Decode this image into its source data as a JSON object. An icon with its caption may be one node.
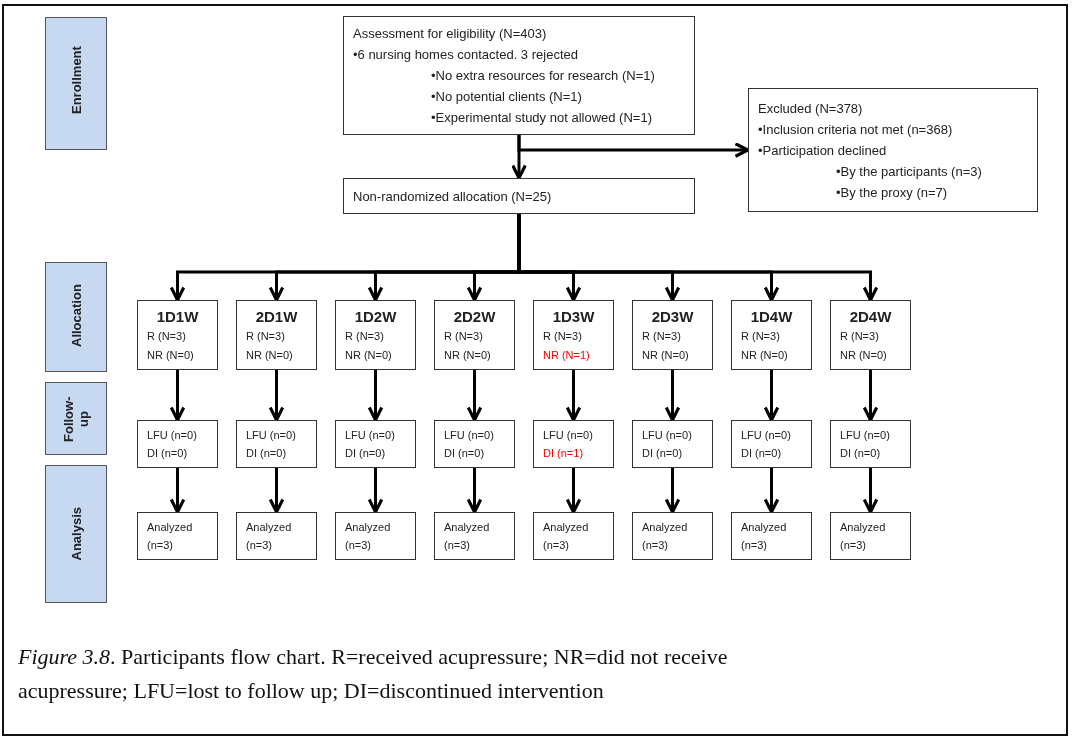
{
  "diagram": {
    "caption": "*Figure 3.8*. Participants flow chart. R=received acupressure; NR=did not receive acupressure; LFU=lost to follow up; DI=discontinued intervention",
    "nodes": [
      {
        "text": [
          "Enrollment"
        ]
      },
      {
        "text": [
          "Assessment for eligibility (N=403)",
          "•6 nursing homes contacted. 3 rejected",
          "•No extra resources for research (N=1)",
          "•No potential clients (N=1)",
          "•Experimental study not allowed (N=1)"
        ]
      },
      {
        "text": [
          "Excluded (N=378)",
          "•Inclusion criteria not met (n=368)",
          "•Participation declined",
          "•By the participants (n=3)",
          "•By the proxy (n=7)"
        ]
      },
      {
        "text": [
          "Non-randomized allocation (N=25)"
        ]
      },
      {
        "text": [
          "Allocation"
        ]
      },
      {
        "text": [
          "1D1W",
          "R (N=3)",
          "NR (N=0)"
        ]
      },
      {
        "text": [
          "2D1W",
          "R (N=3)",
          "NR (N=0)"
        ]
      },
      {
        "text": [
          "1D2W",
          "R (N=3)",
          "NR (N=0)"
        ]
      },
      {
        "text": [
          "2D2W",
          "R (N=3)",
          "NR (N=0)"
        ]
      },
      {
        "text": [
          "1D3W",
          "R (N=3)",
          "NR (N=1)"
        ]
      },
      {
        "text": [
          "2D3W",
          "R (N=3)",
          "NR (N=0)"
        ]
      },
      {
        "text": [
          "1D4W",
          "R (N=3)",
          "NR (N=0)"
        ]
      },
      {
        "text": [
          "2D4W",
          "R (N=3)",
          "NR (N=0)"
        ]
      },
      {
        "text": [
          "Follow-up"
        ]
      },
      {
        "text": [
          "LFU (n=0)",
          "DI (n=0)"
        ]
      },
      {
        "text": [
          "LFU (n=0)",
          "DI (n=0)"
        ]
      },
      {
        "text": [
          "LFU (n=0)",
          "DI (n=0)"
        ]
      },
      {
        "text": [
          "LFU (n=0)",
          "DI (n=0)"
        ]
      },
      {
        "text": [
          "LFU (n=0)",
          "DI (n=1)"
        ]
      },
      {
        "text": [
          "LFU (n=0)",
          "DI (n=0)"
        ]
      },
      {
        "text": [
          "LFU (n=0)",
          "DI (n=0)"
        ]
      },
      {
        "text": [
          "LFU (n=0)",
          "DI (n=0)"
        ]
      },
      {
        "text": [
          "Analysis"
        ]
      },
      {
        "text": [
          "Analyzed (n=3)"
        ]
      },
      {
        "text": [
          "Analyzed (n=3)"
        ]
      },
      {
        "text": [
          "Analyzed (n=3)"
        ]
      },
      {
        "text": [
          "Analyzed (n=3)"
        ]
      },
      {
        "text": [
          "Analyzed (n=3)"
        ]
      },
      {
        "text": [
          "Analyzed (n=3)"
        ]
      },
      {
        "text": [
          "Analyzed (n=3)"
        ]
      },
      {
        "text": [
          "Analyzed (n=3)"
        ]
      }
    ],
    "edges": [
      {
        "from": 1,
        "to": 3,
        "arrow": "to"
      },
      {
        "from": 1,
        "to": 2,
        "arrow": "to"
      },
      {
        "from": 3,
        "to": 5,
        "arrow": "to"
      },
      {
        "from": 3,
        "to": 6,
        "arrow": "to"
      },
      {
        "from": 3,
        "to": 7,
        "arrow": "to"
      },
      {
        "from": 3,
        "to": 8,
        "arrow": "to"
      },
      {
        "from": 3,
        "to": 9,
        "arrow": "to"
      },
      {
        "from": 3,
        "to": 10,
        "arrow": "to"
      },
      {
        "from": 3,
        "to": 11,
        "arrow": "to"
      },
      {
        "from": 3,
        "to": 12,
        "arrow": "to"
      },
      {
        "from": 5,
        "to": 14,
        "arrow": "to"
      },
      {
        "from": 6,
        "to": 15,
        "arrow": "to"
      },
      {
        "from": 7,
        "to": 16,
        "arrow": "to"
      },
      {
        "from": 8,
        "to": 17,
        "arrow": "to"
      },
      {
        "from": 9,
        "to": 18,
        "arrow": "to"
      },
      {
        "from": 10,
        "to": 19,
        "arrow": "to"
      },
      {
        "from": 11,
        "to": 20,
        "arrow": "to"
      },
      {
        "from": 12,
        "to": 21,
        "arrow": "to"
      },
      {
        "from": 14,
        "to": 23,
        "arrow": "to"
      },
      {
        "from": 15,
        "to": 24,
        "arrow": "to"
      },
      {
        "from": 16,
        "to": 25,
        "arrow": "to"
      },
      {
        "from": 17,
        "to": 26,
        "arrow": "to"
      },
      {
        "from": 18,
        "to": 27,
        "arrow": "to"
      },
      {
        "from": 19,
        "to": 28,
        "arrow": "to"
      },
      {
        "from": 20,
        "to": 29,
        "arrow": "to"
      },
      {
        "from": 21,
        "to": 30,
        "arrow": "to"
      }
    ]
  }
}
